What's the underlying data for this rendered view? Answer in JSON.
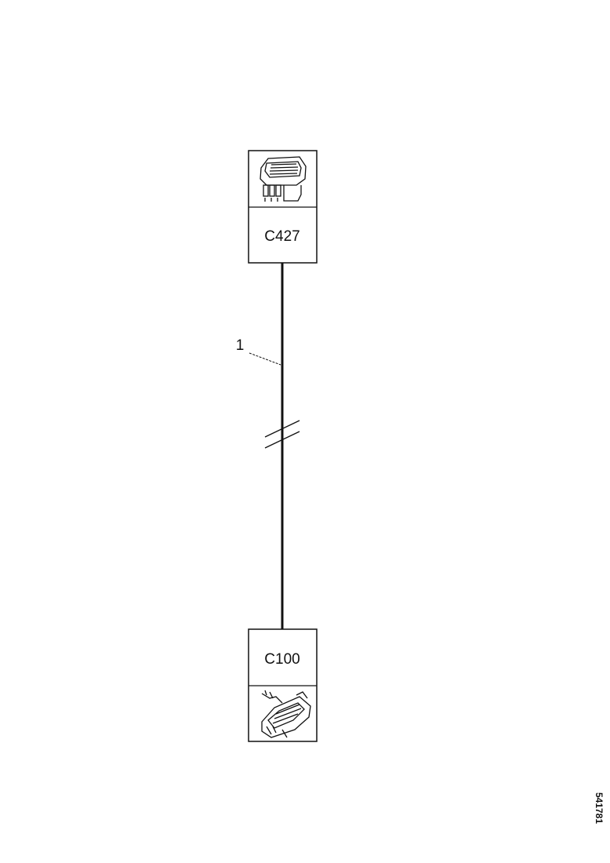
{
  "connectors": {
    "top": {
      "label": "C427",
      "icon": "connector-icon"
    },
    "bottom": {
      "label": "C100",
      "icon": "connector-icon"
    }
  },
  "wire": {
    "callout": "1"
  },
  "figure_id": "541781",
  "colors": {
    "line": "#111111",
    "background": "#ffffff"
  }
}
